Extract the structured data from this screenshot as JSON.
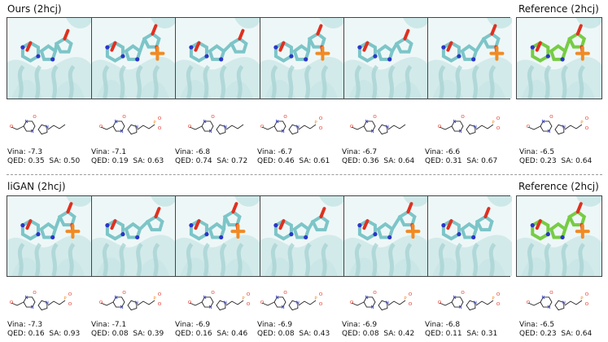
{
  "sections": [
    {
      "title": "Ours (2hcj)",
      "reference_title": "Reference (2hcj)",
      "samples": [
        {
          "vina": "Vina: -7.3",
          "qed": "QED: 0.35",
          "sa": "SA: 0.50"
        },
        {
          "vina": "Vina: -7.1",
          "qed": "QED: 0.19",
          "sa": "SA: 0.63"
        },
        {
          "vina": "Vina: -6.8",
          "qed": "QED: 0.74",
          "sa": "SA: 0.72"
        },
        {
          "vina": "Vina: -6.7",
          "qed": "QED: 0.46",
          "sa": "SA: 0.61"
        },
        {
          "vina": "Vina: -6.7",
          "qed": "QED: 0.36",
          "sa": "SA: 0.64"
        },
        {
          "vina": "Vina: -6.6",
          "qed": "QED: 0.31",
          "sa": "SA: 0.67"
        }
      ],
      "reference": {
        "vina": "Vina: -6.5",
        "qed": "QED: 0.23",
        "sa": "SA: 0.64"
      }
    },
    {
      "title": "liGAN (2hcj)",
      "reference_title": "Reference (2hcj)",
      "samples": [
        {
          "vina": "Vina: -7.3",
          "qed": "QED: 0.16",
          "sa": "SA: 0.93"
        },
        {
          "vina": "Vina: -7.1",
          "qed": "QED: 0.08",
          "sa": "SA: 0.39"
        },
        {
          "vina": "Vina: -6.9",
          "qed": "QED: 0.16",
          "sa": "SA: 0.46"
        },
        {
          "vina": "Vina: -6.9",
          "qed": "QED: 0.08",
          "sa": "SA: 0.43"
        },
        {
          "vina": "Vina: -6.9",
          "qed": "QED: 0.08",
          "sa": "SA: 0.42"
        },
        {
          "vina": "Vina: -6.8",
          "qed": "QED: 0.11",
          "sa": "SA: 0.31"
        }
      ],
      "reference": {
        "vina": "Vina: -6.5",
        "qed": "QED: 0.23",
        "sa": "SA: 0.64"
      }
    }
  ],
  "colors": {
    "protein": "#c9e6e6",
    "ligand_carbon": "#7cc5c8",
    "reference_carbon": "#77cc44",
    "nitrogen": "#2a36c8",
    "oxygen": "#e03020",
    "phosphorus": "#f08a24"
  }
}
